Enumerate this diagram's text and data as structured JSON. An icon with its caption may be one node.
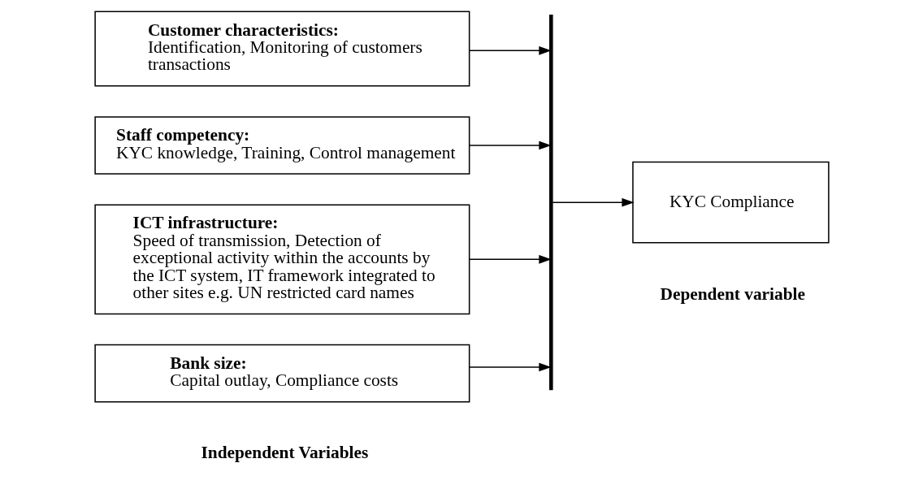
{
  "diagram": {
    "nodes": [
      {
        "text": [
          "**Customer characteristics:** Identification, Monitoring of customers transactions"
        ]
      },
      {
        "text": [
          "**Staff competency:** KYC knowledge, Training, Control management"
        ]
      },
      {
        "text": [
          "**ICT infrastructure:** Speed of transmission, Detection of exceptional activity within the accounts by the ICT system, IT framework integrated to other sites e.g. UN restricted card names"
        ]
      },
      {
        "text": [
          "**Bank size:** Capital outlay, Compliance costs"
        ]
      },
      {
        "text": [],
        "shape": "bar"
      },
      {
        "text": [
          "KYC Compliance"
        ]
      }
    ],
    "edges": [
      {
        "from": 0,
        "to": 4,
        "arrow": "to"
      },
      {
        "from": 1,
        "to": 4,
        "arrow": "to"
      },
      {
        "from": 2,
        "to": 4,
        "arrow": "to"
      },
      {
        "from": 3,
        "to": 4,
        "arrow": "to"
      },
      {
        "from": 4,
        "to": 5,
        "arrow": "to"
      }
    ],
    "labels": [
      "Independent Variables",
      "Dependent variable"
    ]
  }
}
